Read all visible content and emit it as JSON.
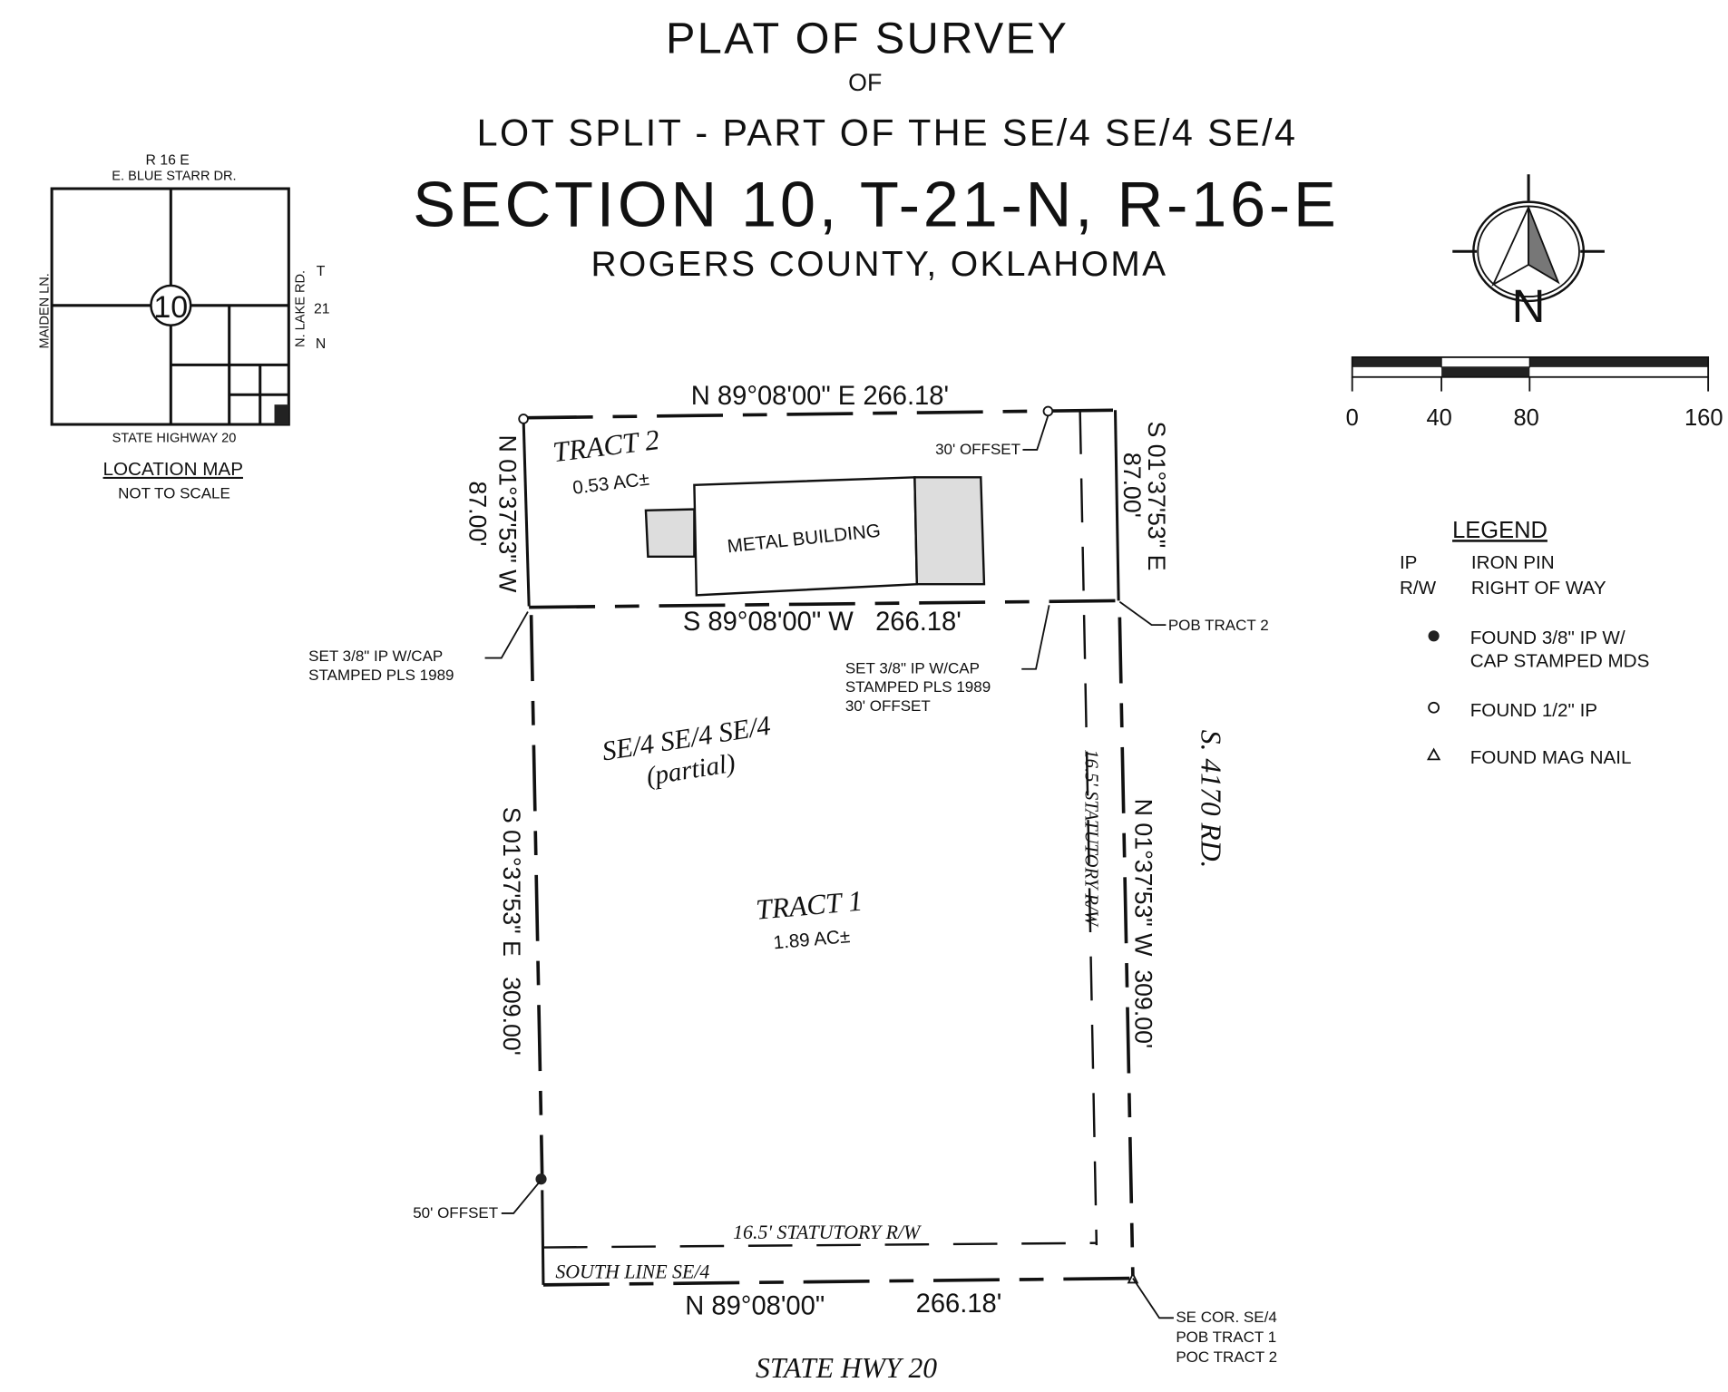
{
  "title": {
    "line1": "PLAT OF SURVEY",
    "line2": "OF",
    "line3": "LOT SPLIT - PART OF THE SE/4 SE/4 SE/4",
    "line4": "SECTION 10, T-21-N, R-16-E",
    "line5": "ROGERS COUNTY, OKLAHOMA"
  },
  "location_map": {
    "range": "R 16 E",
    "north_road": "E. BLUE STARR DR.",
    "west_road": "MAIDEN LN.",
    "east_road": "N. LAKE RD.",
    "township": [
      "T",
      "21",
      "N"
    ],
    "south_road": "STATE HIGHWAY 20",
    "section": "10",
    "caption": "LOCATION MAP",
    "note": "NOT TO SCALE"
  },
  "north_arrow": {
    "label": "N"
  },
  "scale_bar": {
    "ticks": [
      "0",
      "40",
      "80",
      "160"
    ]
  },
  "legend": {
    "title": "LEGEND",
    "abbrevs": [
      {
        "abbr": "IP",
        "meaning": "IRON PIN"
      },
      {
        "abbr": "R/W",
        "meaning": "RIGHT OF WAY"
      }
    ],
    "symbols": [
      {
        "symbol": "filled-circle",
        "line1": "FOUND 3/8\" IP W/",
        "line2": "CAP STAMPED MDS"
      },
      {
        "symbol": "open-circle",
        "line1": "FOUND 1/2\" IP"
      },
      {
        "symbol": "triangle",
        "line1": "FOUND MAG NAIL"
      }
    ]
  },
  "plat": {
    "tract2_north": "N 89°08'00\" E  266.18'",
    "tract2_south": "S 89°08'00\" W   266.18'",
    "tract2_west_bearing": "N 01°37'53\" W",
    "tract2_west_dist": "87.00'",
    "tract2_east_bearing": "S 01°37'53\" E",
    "tract2_east_dist": "87.00'",
    "tract2_name": "TRACT 2",
    "tract2_area": "0.53 AC±",
    "building": "METAL BUILDING",
    "offset_30_top": "30' OFFSET",
    "set_pin_left": [
      "SET 3/8\" IP W/CAP",
      "STAMPED PLS 1989"
    ],
    "set_pin_right": [
      "SET 3/8\" IP W/CAP",
      "STAMPED PLS 1989",
      "30' OFFSET"
    ],
    "pob_tract2": "POB TRACT 2",
    "aliquot": "SE/4 SE/4 SE/4",
    "aliquot_note": "(partial)",
    "tract1_west": "S 01°37'53\" E   309.00'",
    "tract1_east": "N 01°37'53\" W  309.00'",
    "rw_east": "16.5' STATUTORY R/W",
    "road_east": "S. 4170 RD.",
    "tract1_name": "TRACT 1",
    "tract1_area": "1.89 AC±",
    "offset_50": "50' OFFSET",
    "rw_south": "16.5' STATUTORY R/W",
    "south_line": "SOUTH LINE SE/4",
    "south_bearing": "N 89°08'00\"",
    "south_dist": "266.18'",
    "road_south": "STATE HWY 20",
    "se_corner": [
      "SE COR. SE/4",
      "POB TRACT 1",
      "POC TRACT 2"
    ]
  }
}
